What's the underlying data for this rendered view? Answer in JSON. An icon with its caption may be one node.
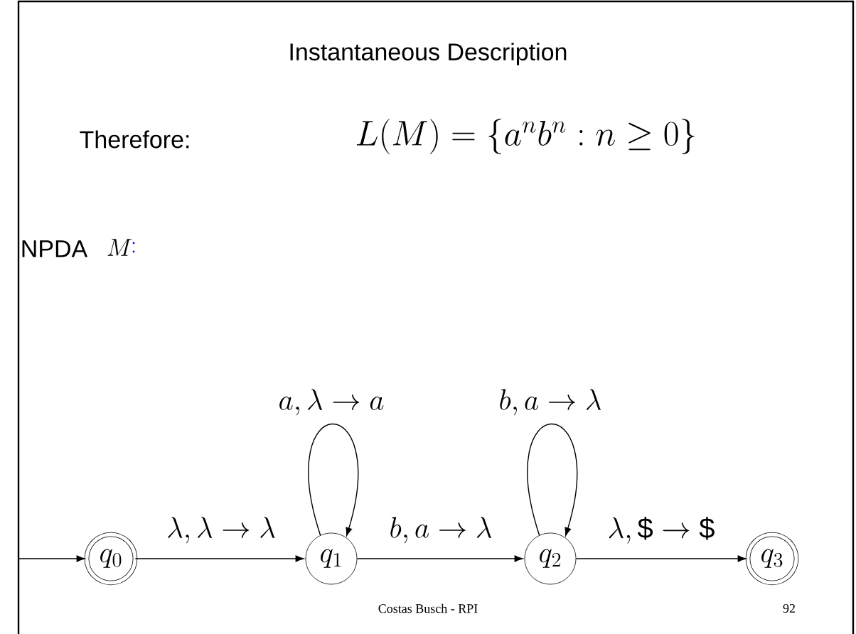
{
  "diagram": {
    "title": "Instantaneous Description",
    "nodes": [
      {
        "text": [
          "q_0"
        ]
      },
      {
        "text": [
          "q_1"
        ]
      },
      {
        "text": [
          "q_2"
        ]
      },
      {
        "text": [
          "q_3"
        ]
      }
    ],
    "edges": [
      {
        "from": null,
        "to": 0,
        "arrow": "to"
      },
      {
        "from": 0,
        "to": 1,
        "arrow": "to",
        "label": "\\lambda, \\lambda \\rightarrow \\lambda"
      },
      {
        "from": 1,
        "to": 1,
        "arrow": "to",
        "label": "a, \\lambda \\rightarrow a"
      },
      {
        "from": 1,
        "to": 2,
        "arrow": "to",
        "label": "b, a \\rightarrow \\lambda"
      },
      {
        "from": 2,
        "to": 2,
        "arrow": "to",
        "label": "b, a \\rightarrow \\lambda"
      },
      {
        "from": 2,
        "to": 3,
        "arrow": "to",
        "label": "\\lambda, \\text{\\textdollar} \\rightarrow \\text{\\textdollar}"
      }
    ],
    "labels": [
      "Therefore:",
      "L(M) = \\{a^n b^n : n \\geq 0\\}",
      "NPDA",
      "M",
      ":",
      "Costas Busch - RPI",
      "92"
    ]
  }
}
